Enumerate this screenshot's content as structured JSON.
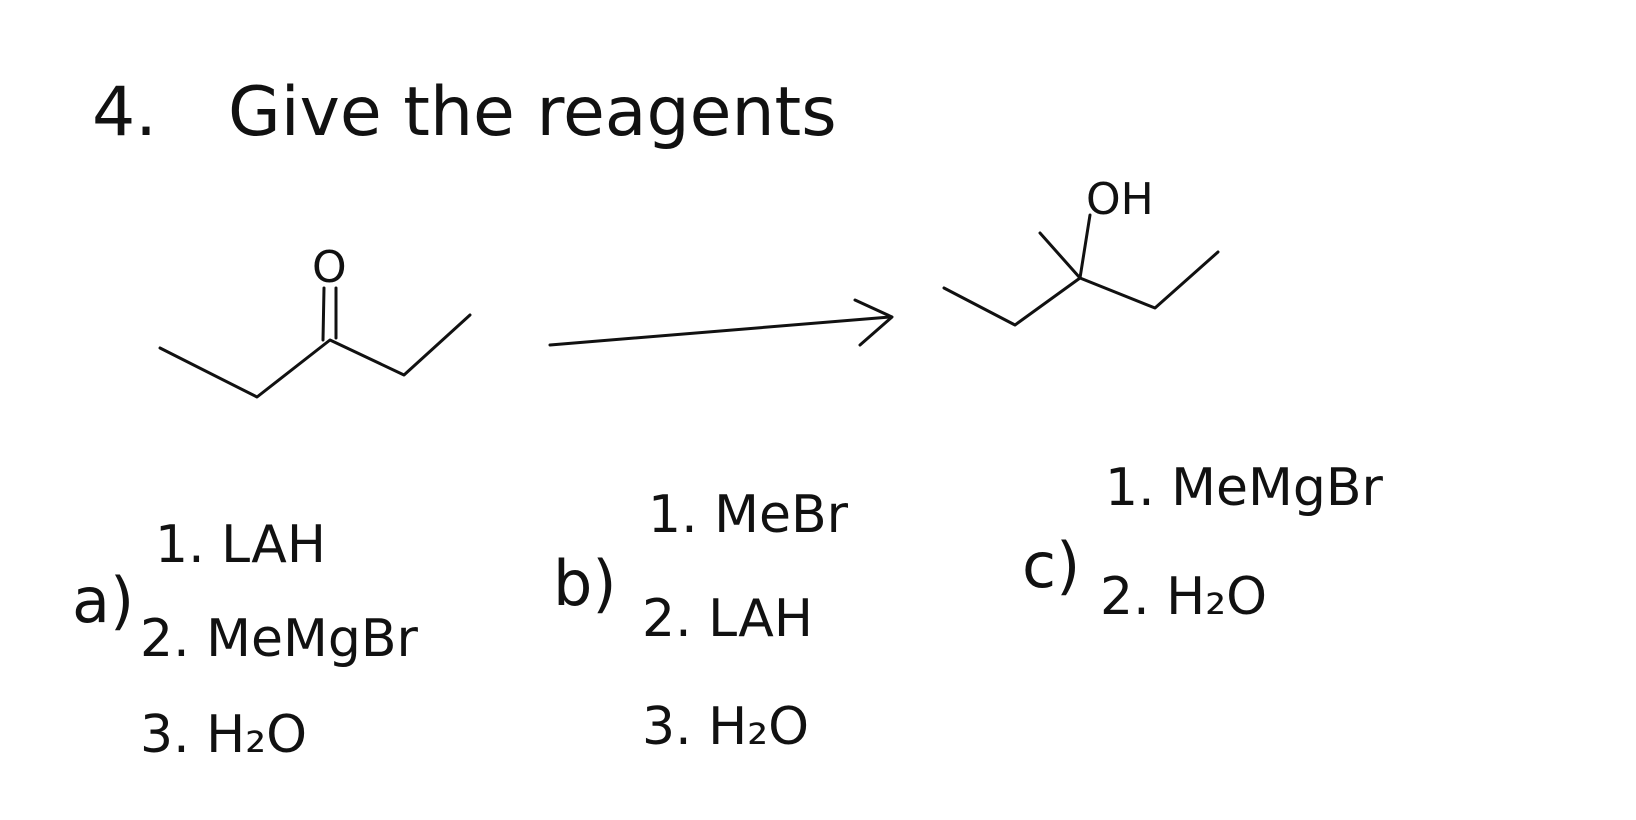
{
  "question": {
    "number": "4.",
    "text": "Give the reagents"
  },
  "reactant": {
    "name": "",
    "oxygen_label": "O"
  },
  "product": {
    "name": "",
    "hydroxyl_label": "OH"
  },
  "options": [
    {
      "letter": "a)",
      "steps": [
        "1. LAH",
        "2. MeMgBr",
        "3. H₂O"
      ]
    },
    {
      "letter": "b)",
      "steps": [
        "1. MeBr",
        "2. LAH",
        "3. H₂O"
      ]
    },
    {
      "letter": "c)",
      "steps": [
        "1. MeMgBr",
        "2. H₂O"
      ]
    }
  ]
}
